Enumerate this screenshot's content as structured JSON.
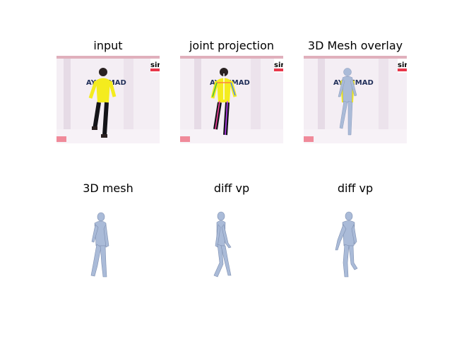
{
  "panels": [
    {
      "title": "input"
    },
    {
      "title": "joint projection"
    },
    {
      "title": "3D Mesh overlay"
    },
    {
      "title": "3D mesh"
    },
    {
      "title": "diff vp"
    },
    {
      "title": "diff vp"
    }
  ],
  "photo": {
    "banner_text": "AYEMMAD",
    "corner_text": "sir"
  },
  "colors": {
    "mesh": "#aabbd8",
    "shirt": "#f4ec1e",
    "banner_red": "#e8364a"
  }
}
